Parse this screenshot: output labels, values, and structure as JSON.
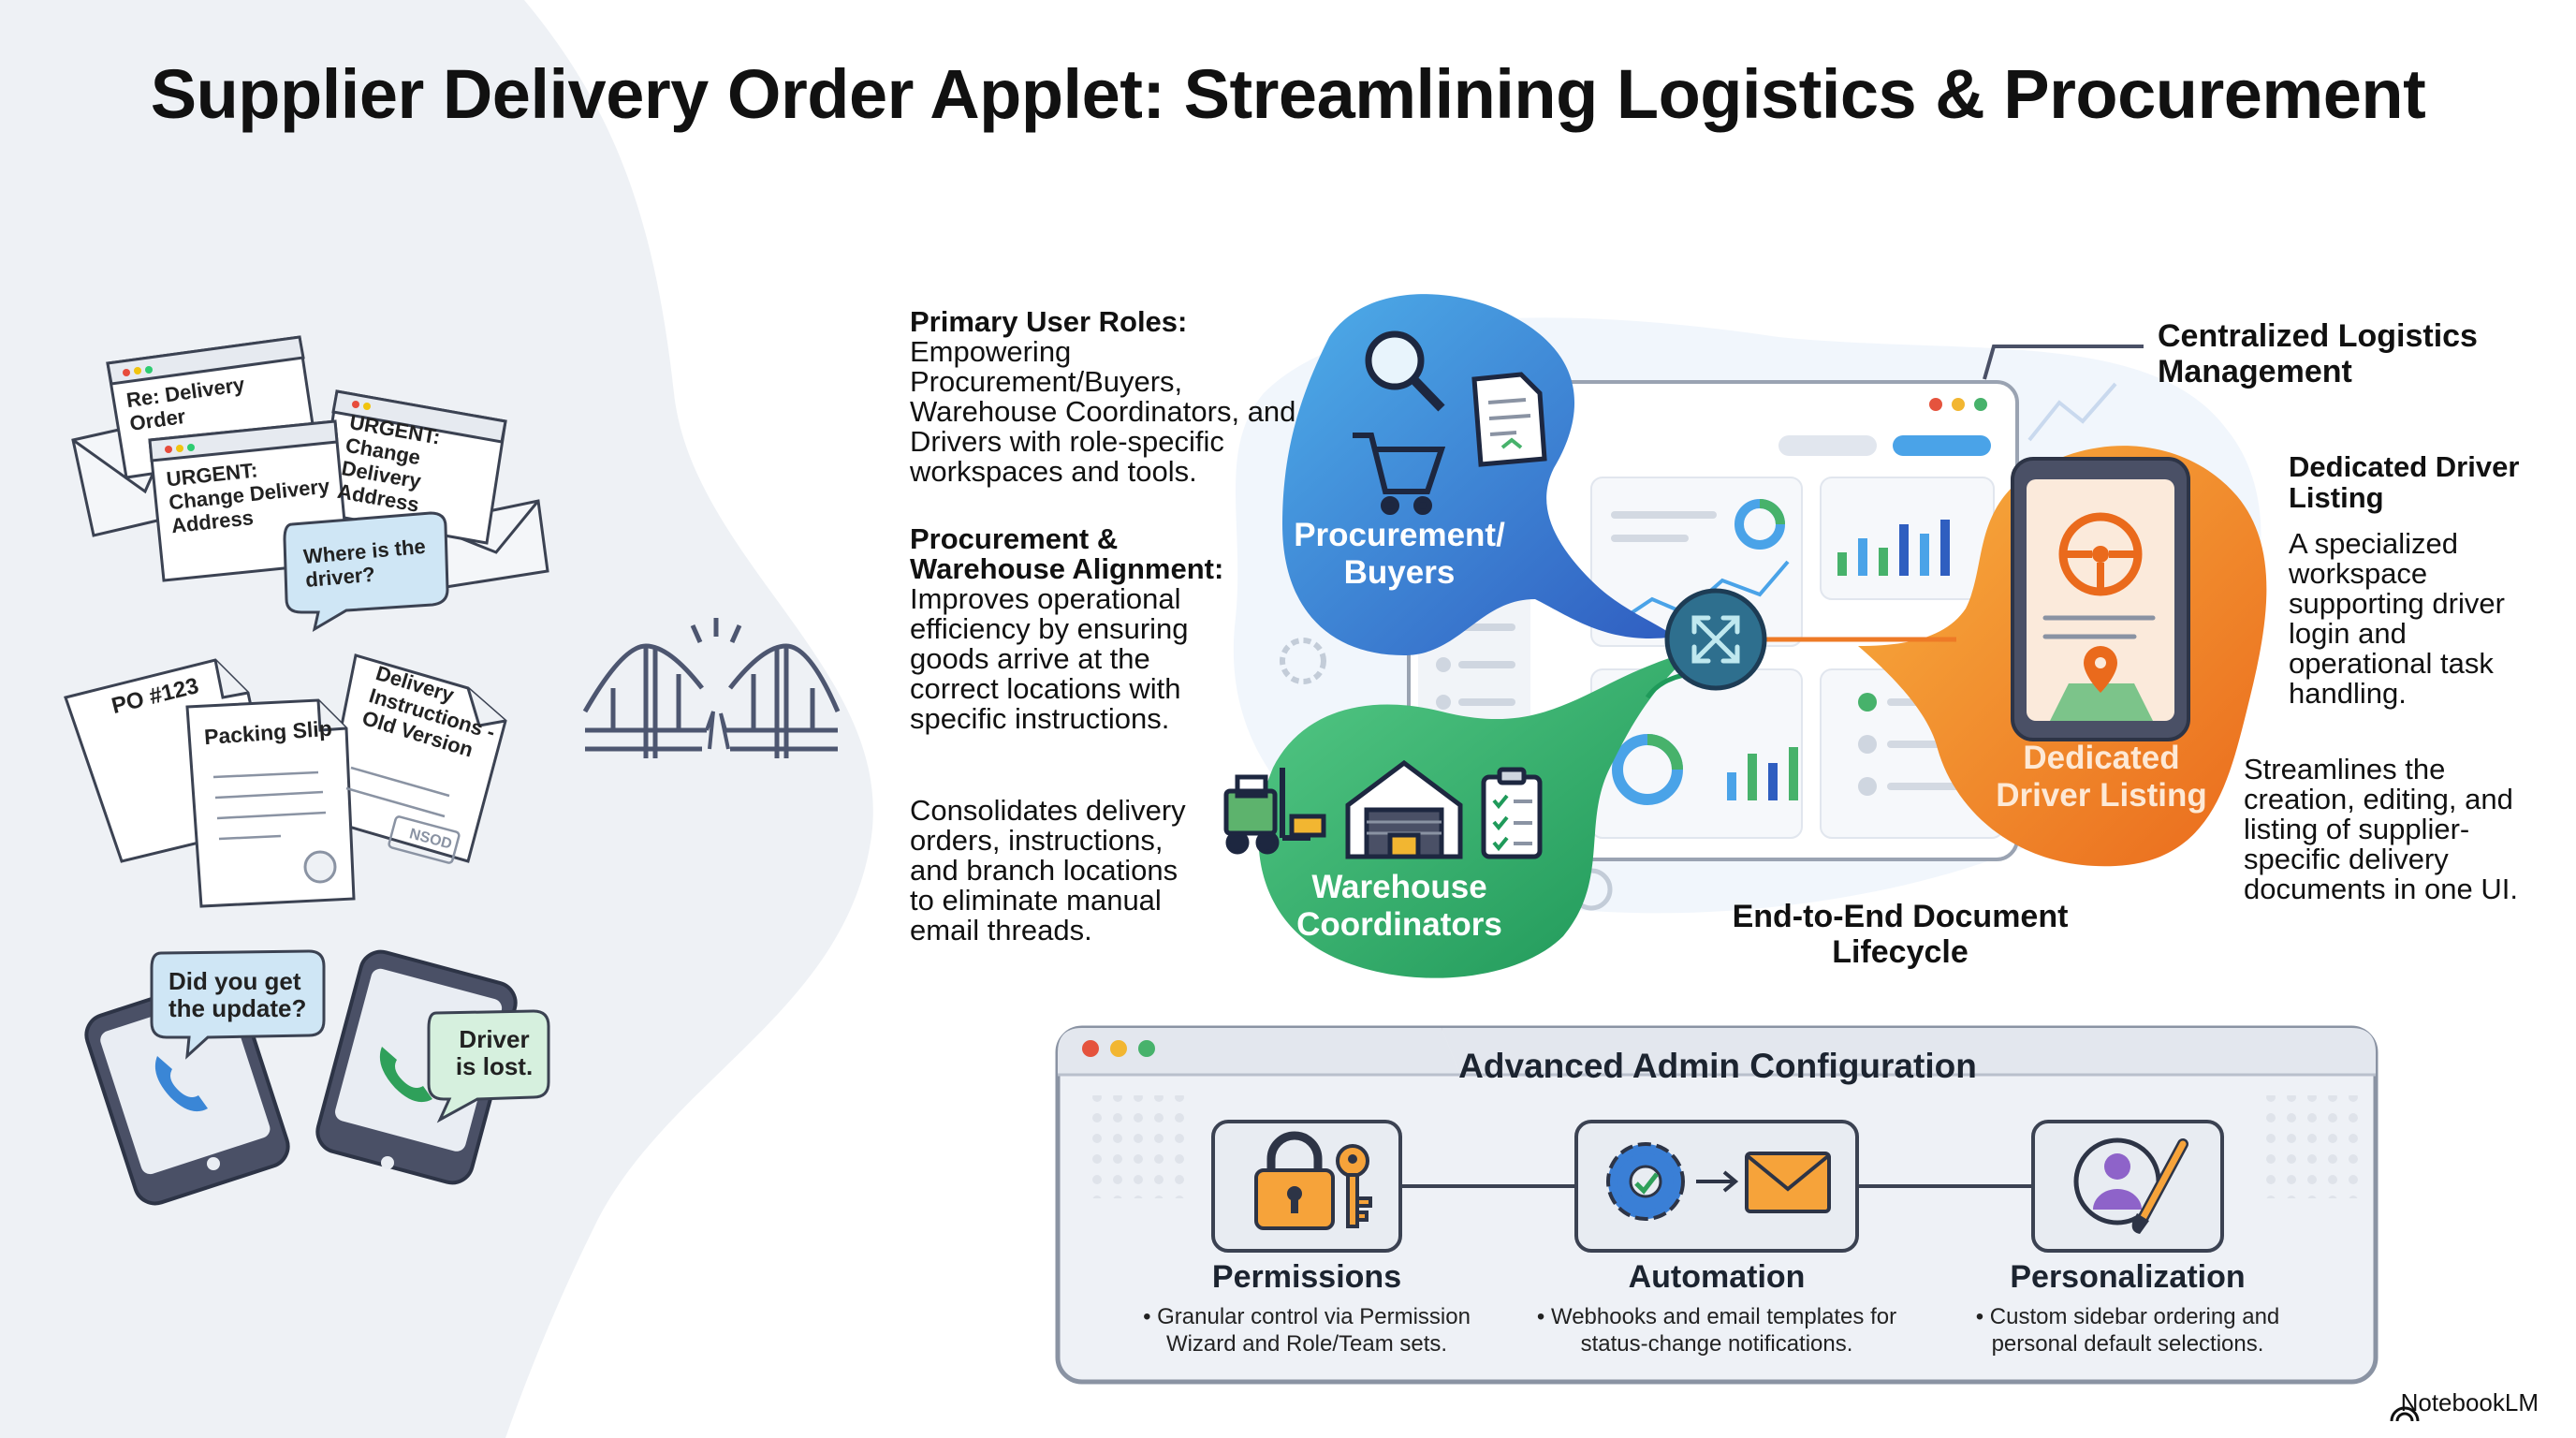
{
  "title": "Supplier Delivery Order Applet: Streamlining Logistics & Procurement",
  "left_panel": {
    "emails": [
      {
        "subject": "Re: Delivery Order"
      },
      {
        "subject": "URGENT: Change Delivery Address"
      },
      {
        "subject": "URGENT: Change Delivery Address"
      }
    ],
    "chat_bubble": "Where is the driver?",
    "documents": {
      "po": "PO #123",
      "packing_slip": "Packing Slip",
      "instructions": "Delivery Instructions - Old Version",
      "stamp": "NSOD"
    },
    "phones": {
      "bubble_1": "Did you get the update?",
      "bubble_2": "Driver is lost."
    }
  },
  "middle_text": {
    "roles_heading": "Primary User Roles:",
    "roles_body": "Empowering Procurement/Buyers, Warehouse Coordinators, and Drivers with role-specific workspaces and tools.",
    "alignment_heading": "Procurement & Warehouse Alignment:",
    "alignment_body": "Improves operational efficiency by ensuring goods arrive at the correct locations with specific instructions.",
    "consolidates_body": "Consolidates delivery orders, instructions, and branch locations to eliminate manual email threads."
  },
  "hub": {
    "procurement_label": "Procurement/ Buyers",
    "warehouse_label": "Warehouse Coordinators",
    "driver_label": "Dedicated Driver Listing",
    "lifecycle_label": "End-to-End Document Lifecycle"
  },
  "right_text": {
    "centralized_heading": "Centralized Logistics Management",
    "driver_heading": "Dedicated Driver Listing",
    "driver_body": "A specialized workspace supporting driver login and operational task handling.",
    "streamlines_body": "Streamlines the creation, editing, and listing of supplier-specific delivery documents in one UI."
  },
  "admin": {
    "title": "Advanced Admin Configuration",
    "cards": [
      {
        "title": "Permissions",
        "desc": "• Granular control via Permission Wizard and Role/Team sets.",
        "icon": "lock-key-icon"
      },
      {
        "title": "Automation",
        "desc": "• Webhooks and email templates for status-change notifications.",
        "icon": "gear-email-icon"
      },
      {
        "title": "Personalization",
        "desc": "• Custom sidebar ordering and personal default selections.",
        "icon": "user-brush-icon"
      }
    ]
  },
  "brand": "NotebookLM",
  "colors": {
    "blue_start": "#4aa3e8",
    "blue_end": "#2f5ec0",
    "green_start": "#4cc17a",
    "green_end": "#1f9a5a",
    "orange_start": "#f6a33a",
    "orange_end": "#ec6a1e",
    "hub": "#2e6f8e",
    "panel_border": "#8a93a3"
  }
}
